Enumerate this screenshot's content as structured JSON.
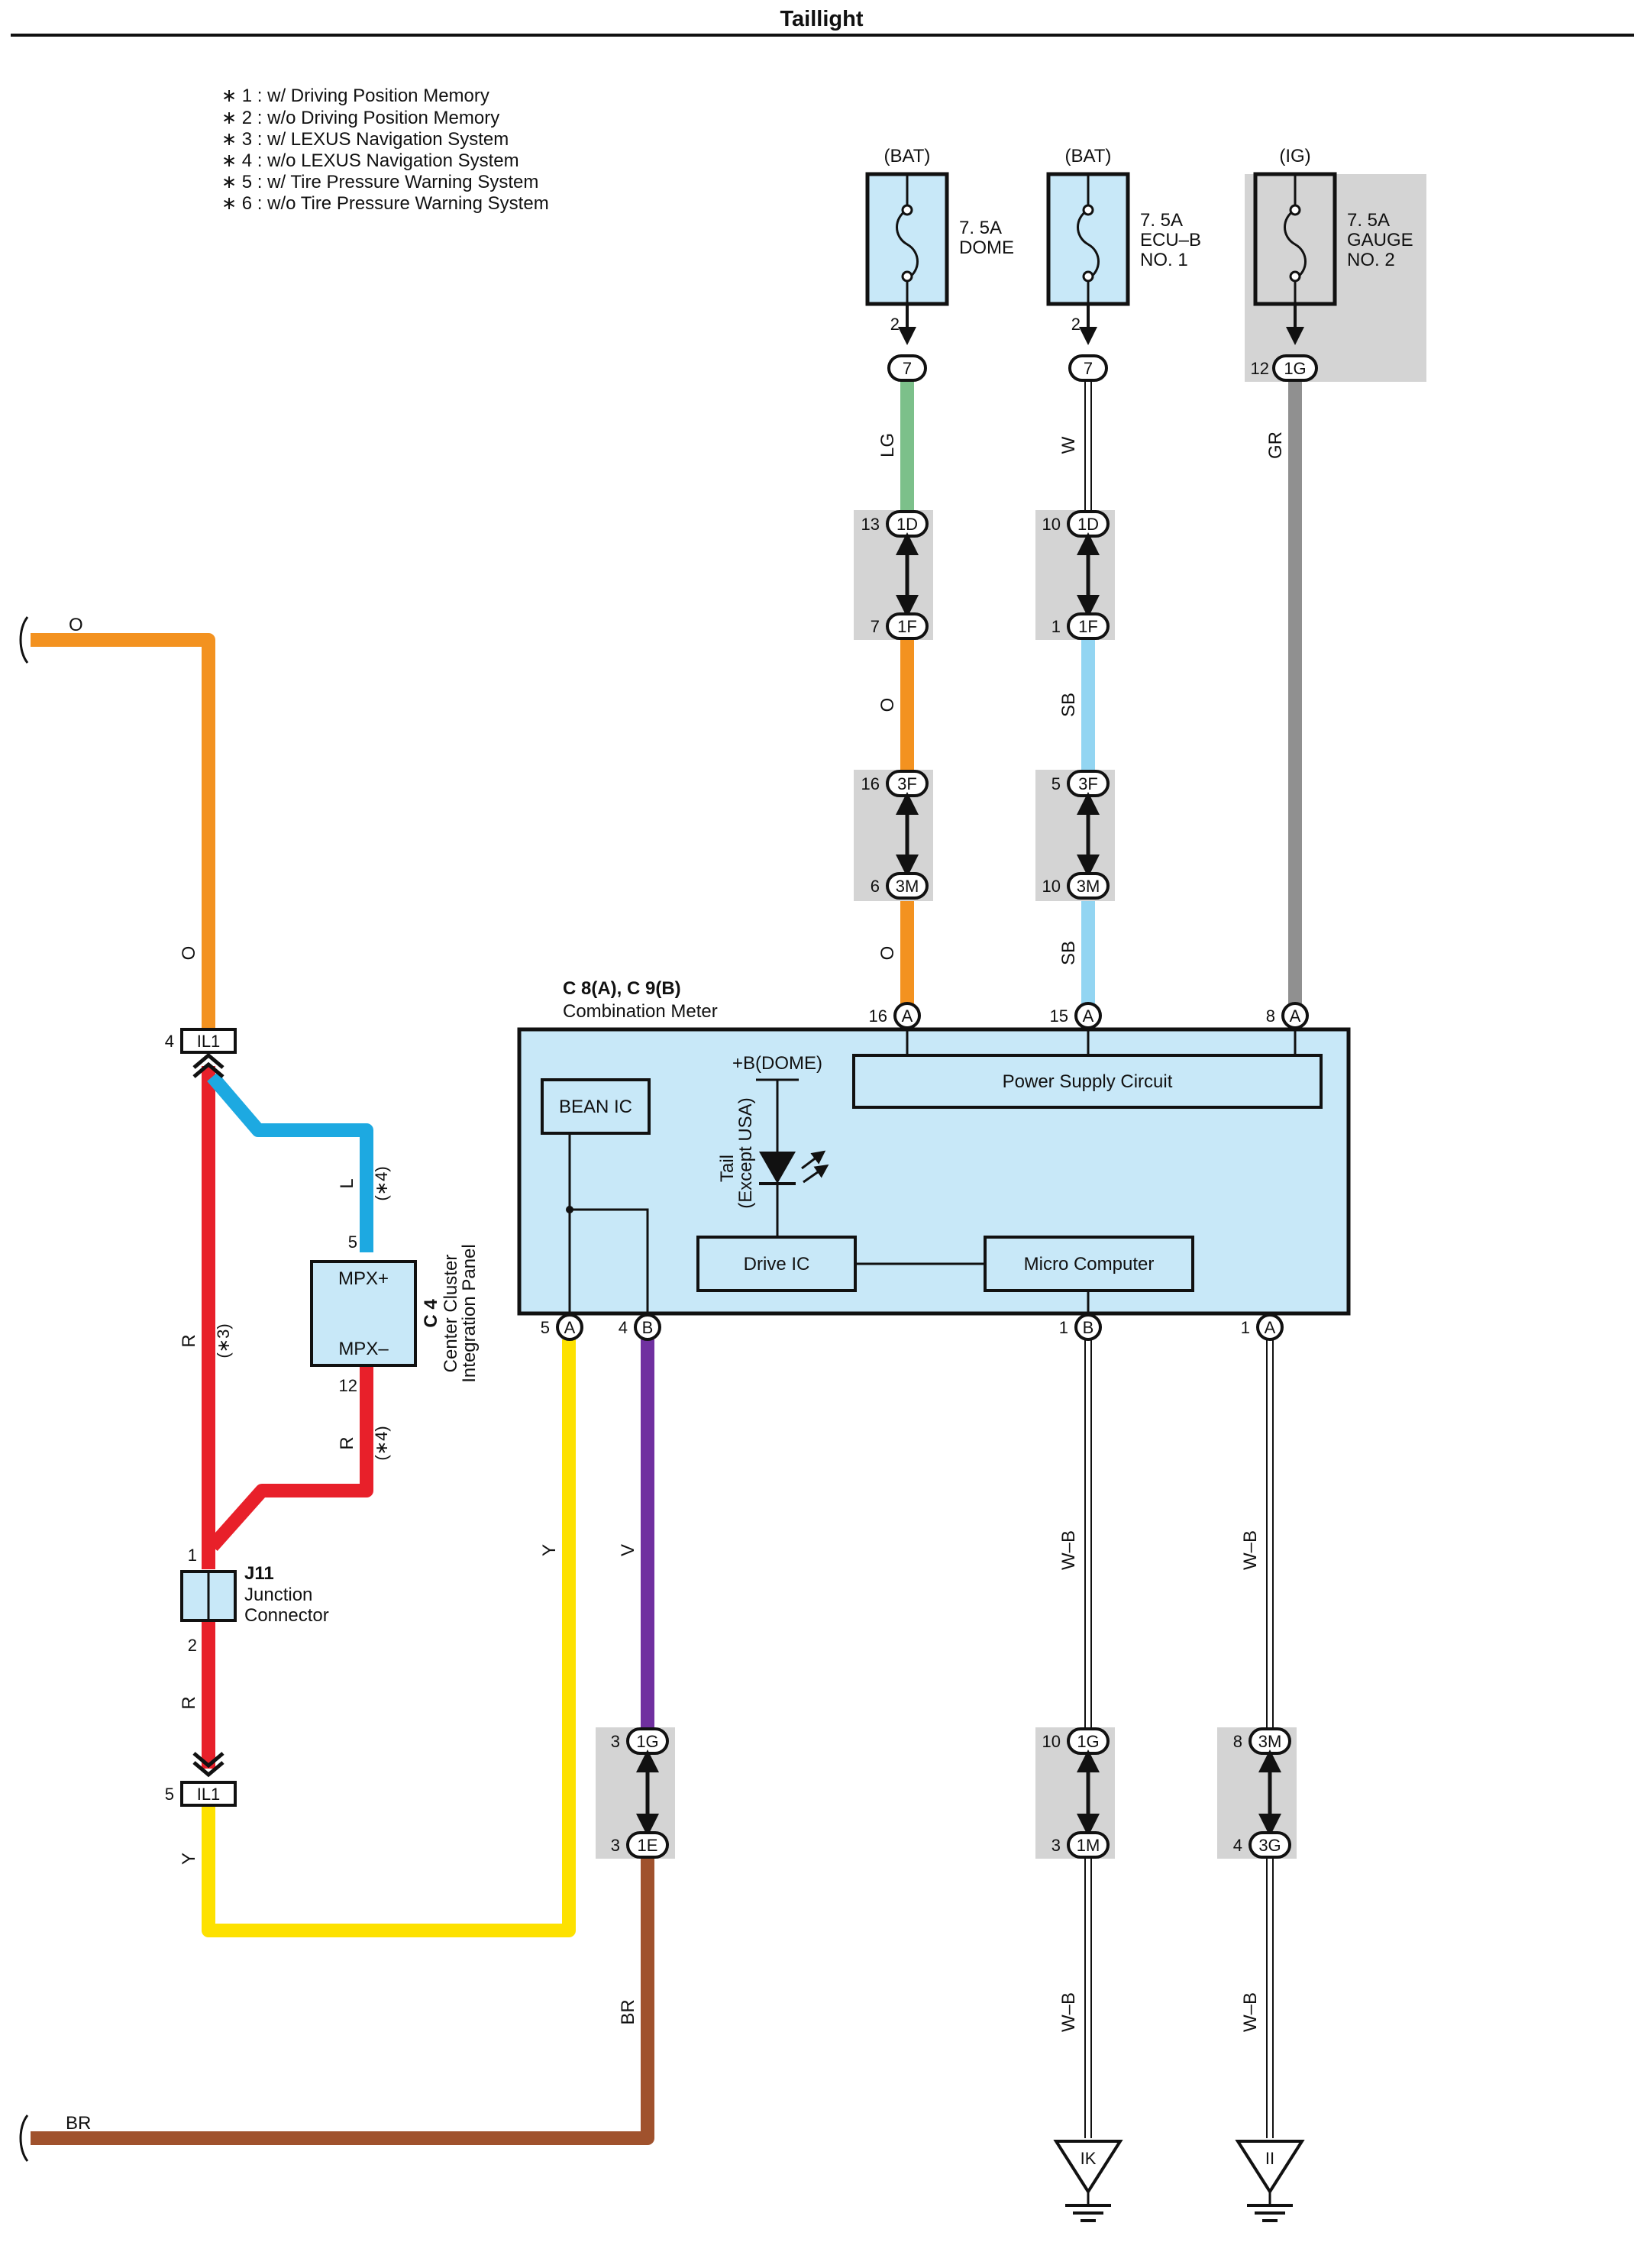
{
  "title": "Taillight",
  "legend": [
    "∗ 1 : w/ Driving Position Memory",
    "∗ 2 : w/o Driving Position Memory",
    "∗ 3 : w/ LEXUS Navigation System",
    "∗ 4 : w/o LEXUS Navigation System",
    "∗ 5 : w/ Tire Pressure Warning System",
    "∗ 6 : w/o Tire Pressure Warning System"
  ],
  "fuses": [
    {
      "source": "(BAT)",
      "rating": "7. 5A",
      "name": "DOME",
      "name2": "",
      "pin": "2",
      "connector": "7",
      "wire": "LG"
    },
    {
      "source": "(BAT)",
      "rating": "7. 5A",
      "name": "ECU–B",
      "name2": "NO. 1",
      "pin": "2",
      "connector": "7",
      "wire": "W"
    },
    {
      "source": "(IG)",
      "rating": "7. 5A",
      "name": "GAUGE",
      "name2": "NO. 2",
      "pin": "12",
      "connector": "1G",
      "wire": "GR"
    }
  ],
  "junctions": {
    "dome_upper": {
      "pin": "13",
      "conn": "1D"
    },
    "dome_lower": {
      "pin": "7",
      "conn": "1F"
    },
    "dome_wire_mid": "O",
    "dome_upper2": {
      "pin": "16",
      "conn": "3F"
    },
    "dome_lower2": {
      "pin": "6",
      "conn": "3M"
    },
    "dome_wire_bottom": "O",
    "ecu_upper": {
      "pin": "10",
      "conn": "1D"
    },
    "ecu_lower": {
      "pin": "1",
      "conn": "1F"
    },
    "ecu_wire_mid": "SB",
    "ecu_upper2": {
      "pin": "5",
      "conn": "3F"
    },
    "ecu_lower2": {
      "pin": "10",
      "conn": "3M"
    },
    "ecu_wire_bottom": "SB"
  },
  "meter": {
    "connectors": "C 8(A), C 9(B)",
    "name": "Combination Meter",
    "top_pins": [
      {
        "pin": "16",
        "conn": "A"
      },
      {
        "pin": "15",
        "conn": "A"
      },
      {
        "pin": "8",
        "conn": "A"
      }
    ],
    "bottom_pins": [
      {
        "pin": "5",
        "conn": "A"
      },
      {
        "pin": "4",
        "conn": "B"
      },
      {
        "pin": "1",
        "conn": "B"
      },
      {
        "pin": "1",
        "conn": "A"
      }
    ],
    "bean_ic": "BEAN IC",
    "dome": "+B(DOME)",
    "tail": "Tail",
    "tail_note": "(Except USA)",
    "power_supply": "Power Supply Circuit",
    "drive_ic": "Drive IC",
    "micro": "Micro Computer"
  },
  "left": {
    "wire_top": "O",
    "wire_o2": "O",
    "il1_top": {
      "pin": "4",
      "conn": "IL1"
    },
    "wire_r": "R",
    "note3": "(∗3)",
    "wire_l": "L",
    "note4a": "(∗4)",
    "c4_pin5": "5",
    "mpx_plus": "MPX+",
    "mpx_minus": "MPX–",
    "c4_pin12": "12",
    "c4_code": "C 4",
    "c4_name1": "Center Cluster",
    "c4_name2": "Integration Panel",
    "wire_r2": "R",
    "note4b": "(∗4)",
    "j11_pin1": "1",
    "j11_code": "J11",
    "j11_name1": "Junction",
    "j11_name2": "Connector",
    "j11_pin2": "2",
    "wire_r3": "R",
    "il1_bot": {
      "pin": "5",
      "conn": "IL1"
    },
    "wire_y_left": "Y",
    "wire_br_left": "BR"
  },
  "lower": {
    "wire_y": "Y",
    "wire_v": "V",
    "v_upper": {
      "pin": "3",
      "conn": "1G"
    },
    "v_lower": {
      "pin": "3",
      "conn": "1E"
    },
    "wire_br": "BR",
    "wb1": "W–B",
    "wb1_upper": {
      "pin": "10",
      "conn": "1G"
    },
    "wb1_lower": {
      "pin": "3",
      "conn": "1M"
    },
    "wb1_bottom": "W–B",
    "ground1": "IK",
    "wb2": "W–B",
    "wb2_upper": {
      "pin": "8",
      "conn": "3M"
    },
    "wb2_lower": {
      "pin": "4",
      "conn": "3G"
    },
    "wb2_bottom": "W–B",
    "ground2": "II"
  },
  "colors": {
    "orange": "#f39220",
    "red": "#e8202a",
    "blue": "#1da9e1",
    "yellow": "#fde100",
    "purple": "#7030a0",
    "brown": "#a0522d",
    "lightgreen": "#7cc08a",
    "skyblue": "#93d5f2",
    "gray": "#909090",
    "boxfill": "#c8e8f8",
    "shade": "#d4d4d4"
  }
}
